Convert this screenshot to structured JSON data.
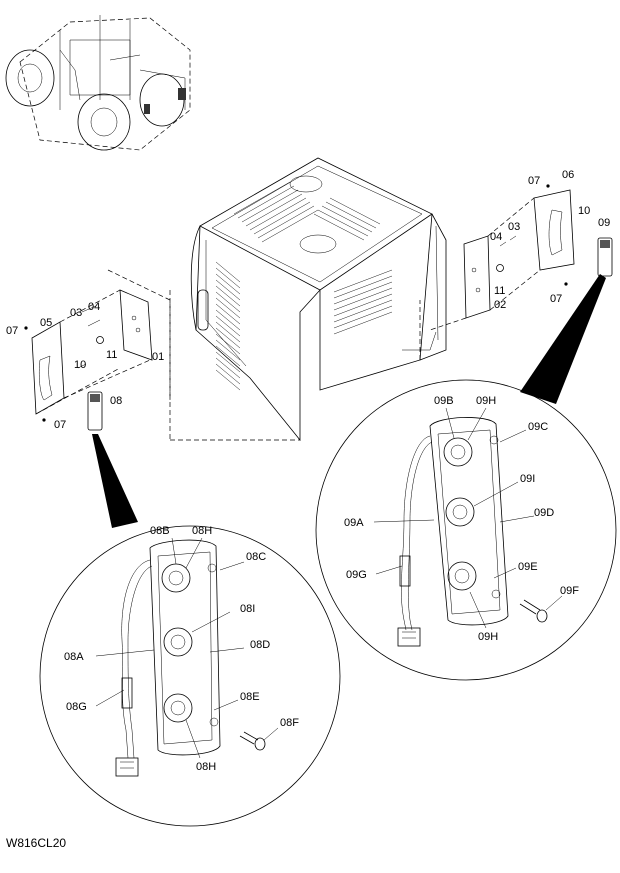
{
  "drawing_code": "W816CL20",
  "parts": {
    "p01": "01",
    "p02": "02",
    "p03": "03",
    "p03b": "03",
    "p04": "04",
    "p04b": "04",
    "p05": "05",
    "p06": "06",
    "p07a": "07",
    "p07b": "07",
    "p07c": "07",
    "p07d": "07",
    "p08": "08",
    "p09": "09",
    "p10a": "10",
    "p10b": "10",
    "p11a": "11",
    "p11b": "11"
  },
  "detail_08": {
    "a": "08A",
    "b": "08B",
    "c": "08C",
    "d": "08D",
    "e": "08E",
    "f": "08F",
    "g": "08G",
    "h1": "08H",
    "h2": "08H",
    "i": "08I"
  },
  "detail_09": {
    "a": "09A",
    "b": "09B",
    "c": "09C",
    "d": "09D",
    "e": "09E",
    "f": "09F",
    "g": "09G",
    "h1": "09H",
    "h2": "09H",
    "i": "09I"
  }
}
